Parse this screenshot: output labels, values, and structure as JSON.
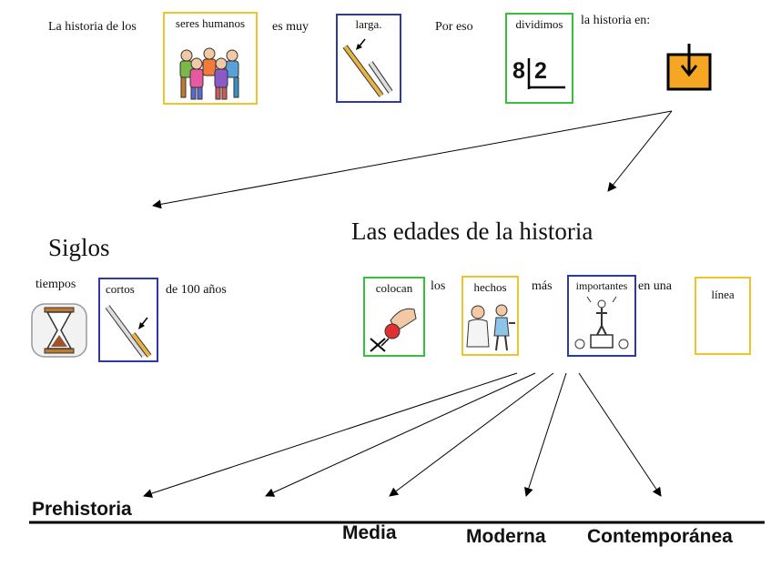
{
  "sentence1": {
    "w1": "La historia de los",
    "card_humans": "seres humanos",
    "w2": "es muy",
    "card_long": "larga.",
    "w3": "Por eso",
    "card_divide": "dividimos",
    "divide_digits": {
      "left": "8",
      "right": "2"
    },
    "w4": "la historia en:"
  },
  "siglos": {
    "title": "Siglos",
    "w1": "tiempos",
    "card_short": "cortos",
    "w2": "de 100 años"
  },
  "edades": {
    "title": "Las edades de la historia",
    "card_place": "colocan",
    "w1": "los",
    "card_facts": "hechos",
    "w2": "más",
    "card_important": "importantes",
    "w3": "en una",
    "card_line": "línea"
  },
  "eras": [
    "Prehistoria",
    "Media",
    "Moderna",
    "Contemporánea"
  ],
  "colors": {
    "yellow": "#f2c22a",
    "blue": "#2d3aa6",
    "green": "#35c13a",
    "orange": "#f5a623"
  }
}
